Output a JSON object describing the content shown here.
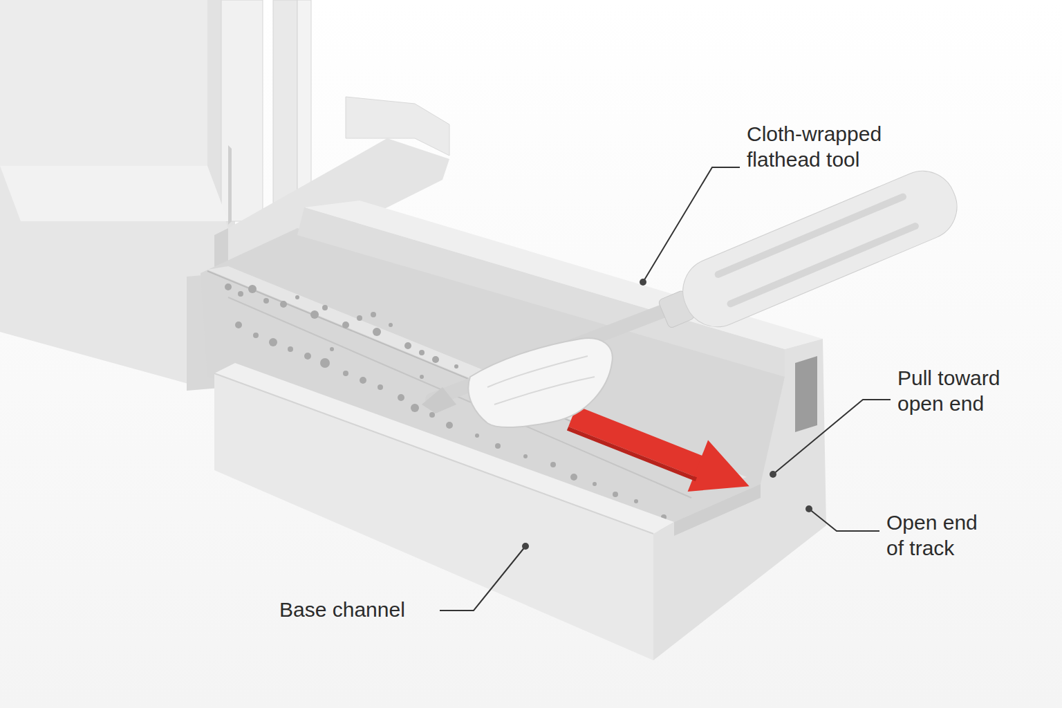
{
  "diagram": {
    "labels": [
      "Cloth-wrapped flathead tool",
      "Pull toward open end",
      "Open end of track",
      "Base channel"
    ]
  }
}
